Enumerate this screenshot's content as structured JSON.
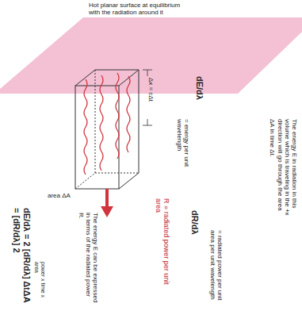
{
  "diagram": {
    "labels": [
      "Hot planar surface at equilibrium with the radiation around it",
      "Δx = cΔt",
      "area ΔA",
      "The energy E in radiation in this volume which is traveling in the +x direction will go through the area ΔA in time Δt.",
      "dE/dλ",
      "= energy per unit wavelength",
      "R = radiated power per unit area",
      "dR/dλ",
      "= radiated power per unit area per unit wavelength",
      "The energy E can be expressed in terms of the radiated power R.",
      "dE/dλ = 2 [dR/dλ] ΔtΔA = [dR/dλ] 2",
      "power x time x area"
    ]
  }
}
